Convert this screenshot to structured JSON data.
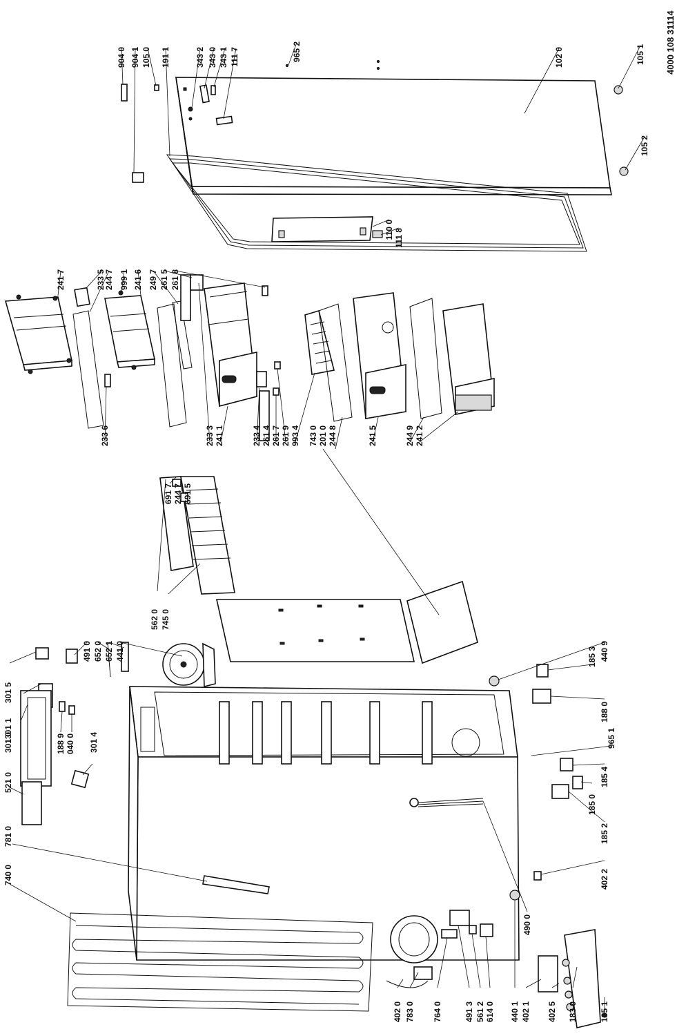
{
  "doc_number": "4000 108 31114",
  "labels": [
    {
      "id": "p9040",
      "text": "904 0"
    },
    {
      "id": "p9041",
      "text": "904 1"
    },
    {
      "id": "p1050",
      "text": "105 0"
    },
    {
      "id": "p1911",
      "text": "191 1"
    },
    {
      "id": "p3432",
      "text": "343 2"
    },
    {
      "id": "p3430",
      "text": "343 0"
    },
    {
      "id": "p3431",
      "text": "343 1"
    },
    {
      "id": "p1117",
      "text": "111 7"
    },
    {
      "id": "p9652",
      "text": "965 2"
    },
    {
      "id": "p1020",
      "text": "102 0"
    },
    {
      "id": "p1051",
      "text": "105 1"
    },
    {
      "id": "p1052",
      "text": "105 2"
    },
    {
      "id": "p1100",
      "text": "110 0"
    },
    {
      "id": "p1118",
      "text": "111 8"
    },
    {
      "id": "p2417",
      "text": "241 7"
    },
    {
      "id": "p2335",
      "text": "233 5"
    },
    {
      "id": "p2447",
      "text": "244 7"
    },
    {
      "id": "p9991",
      "text": "999 1"
    },
    {
      "id": "p2416",
      "text": "241 6"
    },
    {
      "id": "p2497",
      "text": "249 7"
    },
    {
      "id": "p2615",
      "text": "261 5"
    },
    {
      "id": "p2618",
      "text": "261 8"
    },
    {
      "id": "p2336",
      "text": "233 6"
    },
    {
      "id": "p6917",
      "text": "691 7"
    },
    {
      "id": "p2447b",
      "text": "244 7"
    },
    {
      "id": "p6915",
      "text": "691 5"
    },
    {
      "id": "p2333",
      "text": "233 3"
    },
    {
      "id": "p2411",
      "text": "241 1"
    },
    {
      "id": "p2334",
      "text": "233 4"
    },
    {
      "id": "p2614",
      "text": "261 4"
    },
    {
      "id": "p2617",
      "text": "261 7"
    },
    {
      "id": "p2619",
      "text": "261 9"
    },
    {
      "id": "p9934",
      "text": "993 4"
    },
    {
      "id": "p7430",
      "text": "743 0"
    },
    {
      "id": "p2010",
      "text": "201 0"
    },
    {
      "id": "p2448",
      "text": "244 8"
    },
    {
      "id": "p2415",
      "text": "241 5"
    },
    {
      "id": "p2449",
      "text": "244 9"
    },
    {
      "id": "p2412",
      "text": "241 2"
    },
    {
      "id": "p5620",
      "text": "562 0"
    },
    {
      "id": "p7450",
      "text": "745 0"
    },
    {
      "id": "p4910",
      "text": "491 0"
    },
    {
      "id": "p6520",
      "text": "652 0"
    },
    {
      "id": "p6521",
      "text": "652 1"
    },
    {
      "id": "p4410",
      "text": "441 0"
    },
    {
      "id": "p4409",
      "text": "440 9"
    },
    {
      "id": "p1853",
      "text": "185 3"
    },
    {
      "id": "p3015",
      "text": "301 5"
    },
    {
      "id": "p3011",
      "text": "301 1"
    },
    {
      "id": "p3010",
      "text": "301 0"
    },
    {
      "id": "p1889",
      "text": "188 9"
    },
    {
      "id": "p0400",
      "text": "040 0"
    },
    {
      "id": "p3014",
      "text": "301 4"
    },
    {
      "id": "p5210",
      "text": "521 0"
    },
    {
      "id": "p7810",
      "text": "781 0"
    },
    {
      "id": "p7400",
      "text": "740 0"
    },
    {
      "id": "p1880",
      "text": "188 0"
    },
    {
      "id": "p9651",
      "text": "965 1"
    },
    {
      "id": "p1854",
      "text": "185 4"
    },
    {
      "id": "p1850",
      "text": "185 0"
    },
    {
      "id": "p1852",
      "text": "185 2"
    },
    {
      "id": "p4022",
      "text": "402 2"
    },
    {
      "id": "p4900",
      "text": "490 0"
    },
    {
      "id": "p4020",
      "text": "402 0"
    },
    {
      "id": "p7830",
      "text": "783 0"
    },
    {
      "id": "p7640",
      "text": "764 0"
    },
    {
      "id": "p4913",
      "text": "491 3"
    },
    {
      "id": "p5612",
      "text": "561 2"
    },
    {
      "id": "p6140",
      "text": "614 0"
    },
    {
      "id": "p4401",
      "text": "440 1"
    },
    {
      "id": "p4021",
      "text": "402 1"
    },
    {
      "id": "p4025",
      "text": "402 5"
    },
    {
      "id": "p1830",
      "text": "183 0"
    },
    {
      "id": "p1851",
      "text": "185 1"
    }
  ]
}
